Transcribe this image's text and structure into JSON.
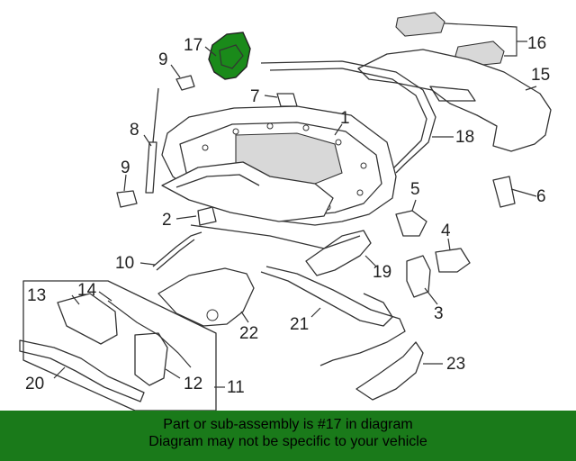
{
  "diagram": {
    "callouts": [
      "1",
      "2",
      "3",
      "4",
      "5",
      "6",
      "7",
      "8",
      "9",
      "9",
      "10",
      "11",
      "12",
      "13",
      "14",
      "15",
      "16",
      "17",
      "18",
      "19",
      "20",
      "21",
      "22",
      "23"
    ],
    "highlight_part": "17",
    "highlight_color": "#1a8a1a"
  },
  "banner": {
    "line1": "Part or sub-assembly is #17 in diagram",
    "line2": "Diagram may not be specific to your vehicle",
    "background": "#1a7a1a"
  }
}
